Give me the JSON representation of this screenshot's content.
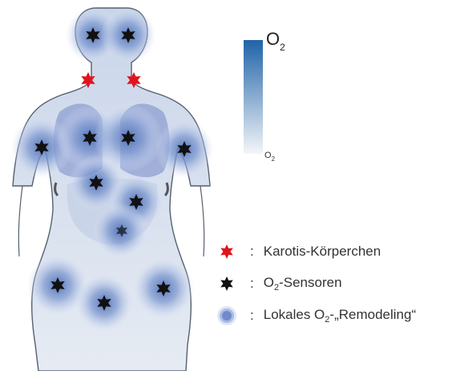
{
  "scale": {
    "top_label": "O",
    "top_sub": "2",
    "bottom_label": "O",
    "bottom_sub": "2",
    "gradient_top_color": "#1f63a8",
    "gradient_bottom_color": "#f4f6f9"
  },
  "legend": [
    {
      "icon": "red-star-icon",
      "colon": ":",
      "text": "Karotis-Körperchen"
    },
    {
      "icon": "black-star-icon",
      "colon": ":",
      "text_pre": "O",
      "text_sub": "2",
      "text_post": "-Sensoren"
    },
    {
      "icon": "blue-circle-icon",
      "colon": ":",
      "text_pre": "Lokales O",
      "text_sub": "2",
      "text_post": "-„Remodeling“"
    }
  ],
  "colors": {
    "carotid_marker": "#e0141e",
    "sensor_marker": "#111111",
    "remodeling_halo": "#5b7fc4",
    "body_fill": "#dfe6f1",
    "body_outline": "#55606e"
  }
}
